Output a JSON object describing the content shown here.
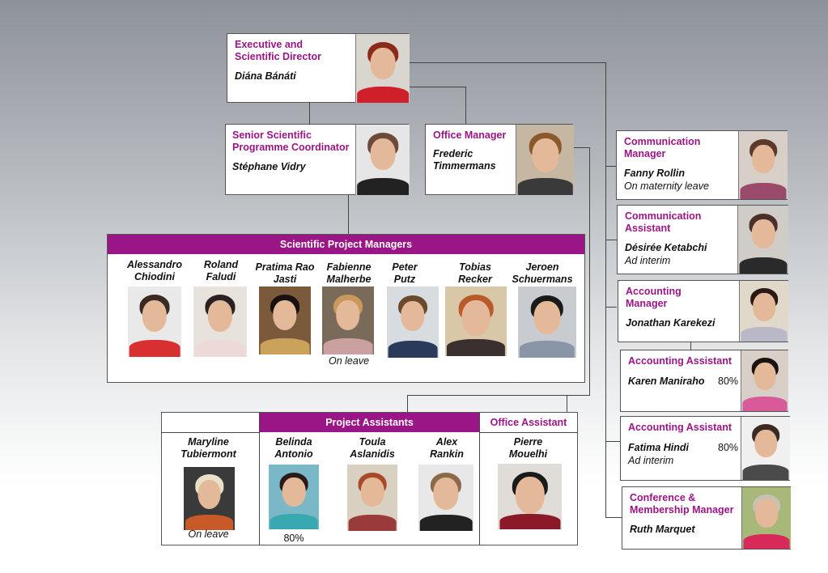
{
  "director": {
    "role": "Executive and\nScientific Director",
    "name": "Diána Bánáti",
    "colors": [
      "#d9d5cf",
      "#8a2a1a",
      "#cf1f2a"
    ]
  },
  "coordinator": {
    "role": "Senior Scientific\nProgramme Coordinator",
    "name": "Stéphane Vidry",
    "colors": [
      "#e6e6e6",
      "#6b4a3a",
      "#222222"
    ]
  },
  "office_manager": {
    "role": "Office Manager",
    "name": "Frederic\nTimmermans",
    "colors": [
      "#c6b7a2",
      "#8a5a2a",
      "#3a3a3a"
    ]
  },
  "spm": {
    "title": "Scientific Project Managers",
    "people": [
      {
        "name": "Alessandro\nChiodini",
        "note": "",
        "colors": [
          "#e9e9e9",
          "#3a2a22",
          "#d83030"
        ]
      },
      {
        "name": "Roland\nFaludi",
        "note": "",
        "colors": [
          "#e8e2dc",
          "#2a2220",
          "#eed9d9"
        ]
      },
      {
        "name": "Pratima Rao\nJasti",
        "note": "",
        "colors": [
          "#7a5a3a",
          "#1a1010",
          "#caa25a"
        ]
      },
      {
        "name": "Fabienne\nMalherbe",
        "note": "On leave",
        "colors": [
          "#7a6a5a",
          "#c8995a",
          "#caa0a0"
        ]
      },
      {
        "name": "Peter\nPutz",
        "note": "",
        "colors": [
          "#d6dce0",
          "#6a4a2a",
          "#2a3a5a"
        ]
      },
      {
        "name": "Tobias\nRecker",
        "note": "",
        "colors": [
          "#d8c8a8",
          "#b85a2a",
          "#3a3030"
        ]
      },
      {
        "name": "Jeroen\nSchuermans",
        "note": "",
        "colors": [
          "#c8ccd0",
          "#1a1a1a",
          "#8a96a8"
        ]
      }
    ]
  },
  "pa": {
    "title": "Project Assistants",
    "people": [
      {
        "name": "Belinda\nAntonio",
        "note": "80%",
        "colors": [
          "#7ab8c8",
          "#2a1a1a",
          "#3aa8b0"
        ]
      },
      {
        "name": "Toula\nAslanidis",
        "note": "",
        "colors": [
          "#d8d0c0",
          "#a84a2a",
          "#9a3a3a"
        ]
      },
      {
        "name": "Alex\nRankin",
        "note": "",
        "colors": [
          "#e8e8e8",
          "#8a6a4a",
          "#222222"
        ]
      }
    ]
  },
  "maryline": {
    "name": "Maryline\nTubiermont",
    "note": "On leave",
    "colors": [
      "#3a3a3a",
      "#e8e0c8",
      "#c85a2a"
    ]
  },
  "office_assistant": {
    "title": "Office Assistant",
    "name": "Pierre\nMouelhi",
    "colors": [
      "#e0dcd8",
      "#1a1a1a",
      "#8a1a2a"
    ]
  },
  "right_column": [
    {
      "role": "Communication\nManager",
      "name": "Fanny Rollin",
      "note": "On maternity leave",
      "pct": "",
      "colors": [
        "#d8d0c8",
        "#5a3a2a",
        "#9a4a6a"
      ]
    },
    {
      "role": "Communication\nAssistant",
      "name": "Désirée Ketabchi",
      "note": "Ad interim",
      "pct": "",
      "colors": [
        "#d0ccc8",
        "#4a3028",
        "#2a2a2a"
      ]
    },
    {
      "role": "Accounting\nManager",
      "name": "Jonathan Karekezi",
      "note": "",
      "pct": "",
      "colors": [
        "#e0d8c8",
        "#2a1a14",
        "#b8b8c8"
      ]
    },
    {
      "role": "Accounting Assistant",
      "name": "Karen Maniraho",
      "note": "",
      "pct": "80%",
      "colors": [
        "#d8d0c8",
        "#1a1210",
        "#d85a9a"
      ]
    },
    {
      "role": "Accounting Assistant",
      "name": "Fatima Hindi",
      "note": "Ad interim",
      "pct": "80%",
      "colors": [
        "#f0f0f0",
        "#3a2a22",
        "#4a4a4a"
      ]
    },
    {
      "role": "Conference &\nMembership Manager",
      "name": "Ruth Marquet",
      "note": "",
      "pct": "",
      "colors": [
        "#a8b878",
        "#c8c0b0",
        "#d82a5a"
      ]
    }
  ],
  "palette": {
    "accent": "#9a1585",
    "line": "#444444"
  }
}
